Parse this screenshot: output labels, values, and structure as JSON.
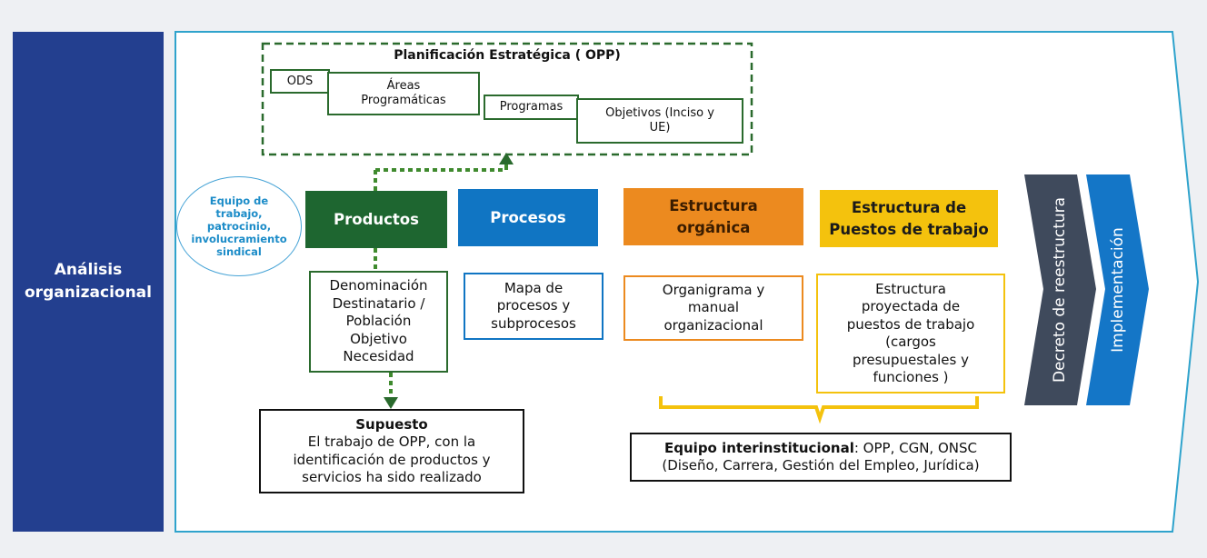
{
  "sidebar": {
    "title_line1": "Análisis",
    "title_line2": "organizacional"
  },
  "planning": {
    "title": "Planificación Estratégica ( OPP)",
    "items": [
      "ODS",
      "Áreas Programáticas",
      "Programas",
      "Objetivos (Inciso y UE)"
    ]
  },
  "team_circle": {
    "text": "Equipo de trabajo, patrocinio, involucramiento sindical"
  },
  "columns": [
    {
      "header": "Productos",
      "detail": "Denominación Destinatario / Población Objetivo Necesidad"
    },
    {
      "header": "Procesos",
      "detail": "Mapa de procesos y subprocesos"
    },
    {
      "header": "Estructura orgánica",
      "detail": "Organigrama y manual organizacional"
    },
    {
      "header": "Estructura de Puestos de trabajo",
      "detail": "Estructura proyectada de puestos de trabajo (cargos presupuestales y funciones )"
    }
  ],
  "assumption": {
    "title": "Supuesto",
    "text": "El trabajo de OPP, con la identificación de productos y servicios ha sido realizado"
  },
  "inter_team": {
    "label": "Equipo interinstitucional",
    "text": ": OPP, CGN, ONSC",
    "text2": "(Diseño, Carrera, Gestión del Empleo, Jurídica)"
  },
  "chevrons": [
    "Decreto de reestructura",
    "Implementación"
  ],
  "colors": {
    "sidebar": "#233f8f",
    "products": "#1e6630",
    "processes": "#1075c3",
    "organic": "#ec8a1f",
    "jobs": "#f4c20d",
    "decree": "#3f4a5c",
    "implementation": "#1476c7",
    "outline": "#2fa3cc",
    "dashed": "#2a6a2d"
  }
}
